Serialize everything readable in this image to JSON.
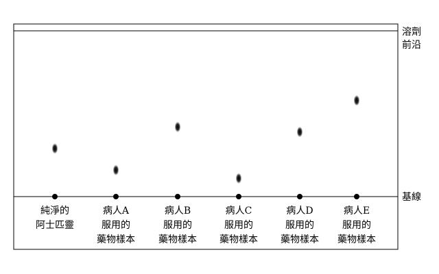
{
  "labels": {
    "solvent_front": [
      "溶劑",
      "前沿"
    ],
    "baseline": "基線"
  },
  "lanes": [
    {
      "label": [
        "純淨的",
        "阿士匹靈"
      ],
      "spot_rel": 0.29
    },
    {
      "label": [
        "病人A",
        "服用的",
        "藥物樣本"
      ],
      "spot_rel": 0.16
    },
    {
      "label": [
        "病人B",
        "服用的",
        "藥物樣本"
      ],
      "spot_rel": 0.42
    },
    {
      "label": [
        "病人C",
        "服用的",
        "藥物樣本"
      ],
      "spot_rel": 0.11
    },
    {
      "label": [
        "病人D",
        "服用的",
        "藥物樣本"
      ],
      "spot_rel": 0.39
    },
    {
      "label": [
        "病人E",
        "服用的",
        "藥物樣本"
      ],
      "spot_rel": 0.58
    }
  ],
  "colors": {
    "line": "#000000",
    "spot_core": "#000000",
    "spot_halo": "#888888"
  }
}
